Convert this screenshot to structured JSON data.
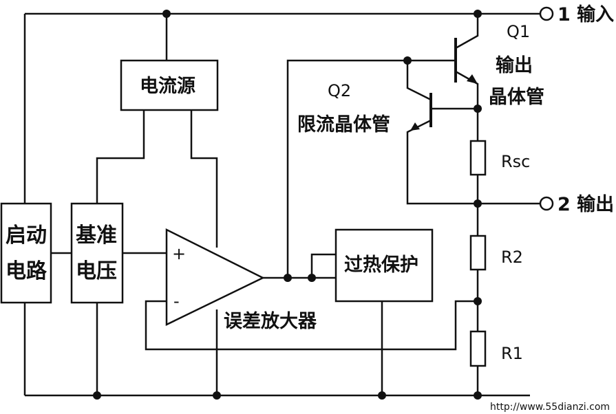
{
  "blocks": {
    "startup": [
      "启动",
      "电路"
    ],
    "reference": [
      "基准",
      "电压"
    ],
    "current_source": "电流源",
    "thermal": "过热保护",
    "error_amp": "误差放大器"
  },
  "opamp": {
    "plus": "+",
    "minus": "-"
  },
  "q1": {
    "name": "Q1",
    "desc": [
      "输出",
      "晶体管"
    ]
  },
  "q2": {
    "name": "Q2",
    "desc": "限流晶体管"
  },
  "resistors": {
    "rsc": "Rsc",
    "r2": "R2",
    "r1": "R1"
  },
  "terminals": {
    "in": "1 输入",
    "out": "2 输出"
  },
  "watermark": "http://www.55dianzi.com",
  "colors": {
    "ink": "#111111",
    "background": "#ffffff"
  }
}
